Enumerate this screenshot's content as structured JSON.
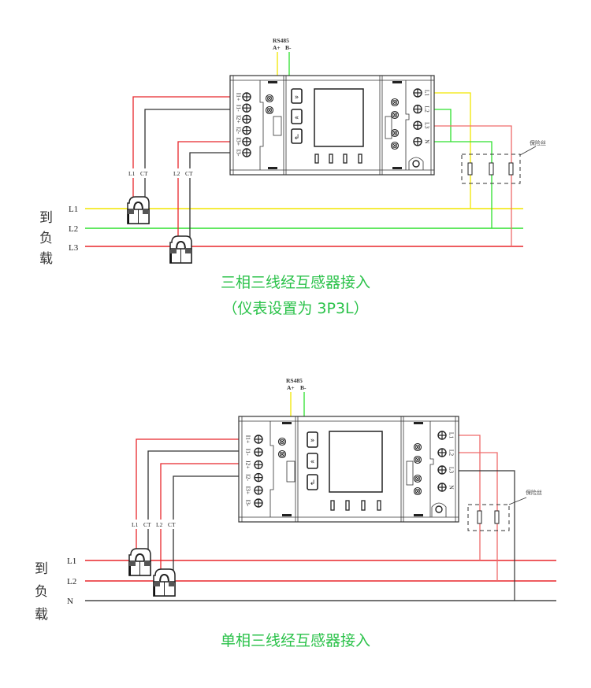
{
  "colors": {
    "yellow": "#f2e600",
    "green": "#2ee02e",
    "red": "#e8262b",
    "red_soft": "#ef6a6a",
    "black": "#222222",
    "caption_green": "#2bc24a"
  },
  "diagram1": {
    "caption_line1": "三相三线经互感器接入",
    "caption_line2": "（仪表设置为 3P3L）",
    "rs485": {
      "title": "RS485",
      "a": "A+",
      "b": "B-"
    },
    "left_terminals": [
      "I1+",
      "I1-",
      "I2+",
      "I2-",
      "I3+",
      "I3-"
    ],
    "right_terminals": [
      "L1",
      "L2",
      "L3",
      "N"
    ],
    "ct_labels": [
      {
        "line": "L1",
        "ct": "CT"
      },
      {
        "line": "L2",
        "ct": "CT"
      }
    ],
    "bus_lines": [
      "L1",
      "L2",
      "L3"
    ],
    "load_label": [
      "到",
      "负",
      "载"
    ],
    "fuse_label": "保险丝"
  },
  "diagram2": {
    "caption": "单相三线经互感器接入",
    "rs485": {
      "title": "RS485",
      "a": "A+",
      "b": "B-"
    },
    "left_terminals": [
      "I1+",
      "I1-",
      "I2+",
      "I2-",
      "I3+",
      "I3-"
    ],
    "right_terminals": [
      "L1",
      "L2",
      "L3",
      "N"
    ],
    "ct_labels": [
      {
        "line": "L1",
        "ct": "CT"
      },
      {
        "line": "L2",
        "ct": "CT"
      }
    ],
    "bus_lines": [
      "L1",
      "L2",
      "N"
    ],
    "load_label": [
      "到",
      "负",
      "载"
    ],
    "fuse_label": "保险丝"
  },
  "meter": {
    "buttons": [
      "next-icon",
      "prev-icon",
      "enter-icon"
    ],
    "indicator_count": 4
  }
}
